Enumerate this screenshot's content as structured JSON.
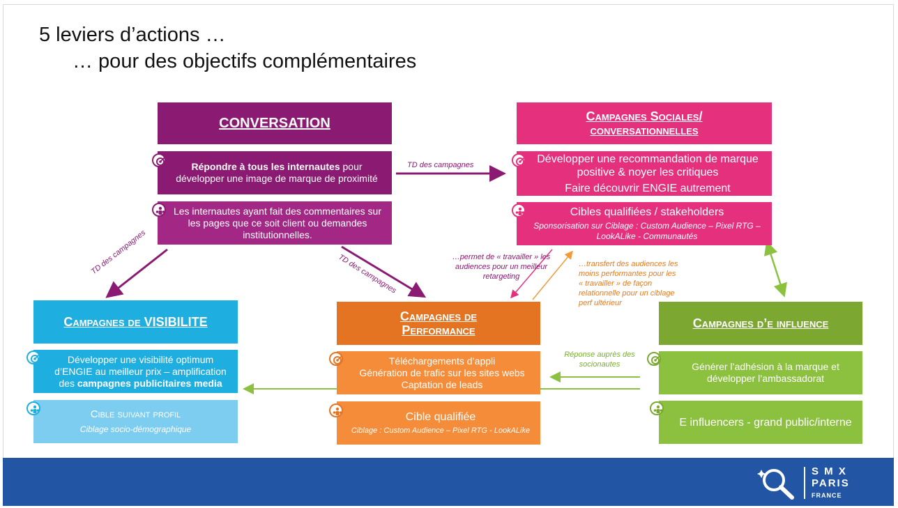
{
  "title": {
    "line1": "5 leviers d’actions …",
    "line2": "… pour des objectifs complémentaires"
  },
  "conversation": {
    "header": "CONVERSATION",
    "objective_bold": "Répondre à tous les internautes",
    "objective_rest": " pour développer une image de marque de proximité",
    "target": "Les internautes ayant fait des commentaires sur les pages que ce soit client ou demandes institutionnelles."
  },
  "sociales": {
    "header_line1": "Campagnes Sociales/",
    "header_line2": "conversationnelles",
    "objective_line1": "Développer une recommandation de marque positive & noyer les critiques",
    "objective_line2": "Faire découvrir ENGIE autrement",
    "target": "Cibles qualifiées / stakeholders",
    "targeting": "Sponsorisation sur Ciblage : Custom Audience – Pixel RTG – LookALike - Communautés"
  },
  "visibilite": {
    "header_pre": "Campagnes de ",
    "header_main": "VISIBILITE",
    "objective_pre": "Développer une visibilité optimum d’ENGIE au meilleur prix – amplification des ",
    "objective_bold": "campagnes publicitaires media",
    "target": "Cible suivant profil",
    "targeting": "Ciblage socio-démographique"
  },
  "performance": {
    "header_line1": "Campagnes de",
    "header_line2": "Performance",
    "objective_line1": "Téléchargements d’appli",
    "objective_line2": "Génération de trafic sur les sites webs",
    "objective_line3": "Captation de leads",
    "target": "Cible qualifiée",
    "targeting": "Ciblage : Custom Audience – Pixel RTG - LookALike"
  },
  "influence": {
    "header": "Campagnes d’e influence",
    "objective": "Générer l’adhésion à la marque et développer l’ambassadorat",
    "target": "E influencers - grand public/interne"
  },
  "labels": {
    "td1": "TD des campagnes",
    "td2": "TD des campagnes",
    "td3": "TD des campagnes",
    "permet": "…permet de « travailler » les audiences pour un meilleur retargeting",
    "transfert": "…transfert des audiences les moins performantes pour les « travailler » de façon relationnelle pour un ciblage perf ultérieur",
    "reponse": "Réponse auprès des socionautes"
  },
  "logo": {
    "line1": "S M X",
    "line2": "PARIS",
    "line3": "FRANCE"
  },
  "colors": {
    "conversation": "#8a1a72",
    "conversation_light": "#a32784",
    "sociales": "#e5307e",
    "visibilite": "#1faee0",
    "visibilite_light": "#7dcdf0",
    "performance": "#e57422",
    "performance_light": "#f58c3a",
    "influence": "#7ca832",
    "influence_light": "#8bc13f",
    "footer": "#2255a4",
    "label_orange": "#e87a1c",
    "label_purple": "#8a1a72",
    "label_green": "#78b030"
  }
}
